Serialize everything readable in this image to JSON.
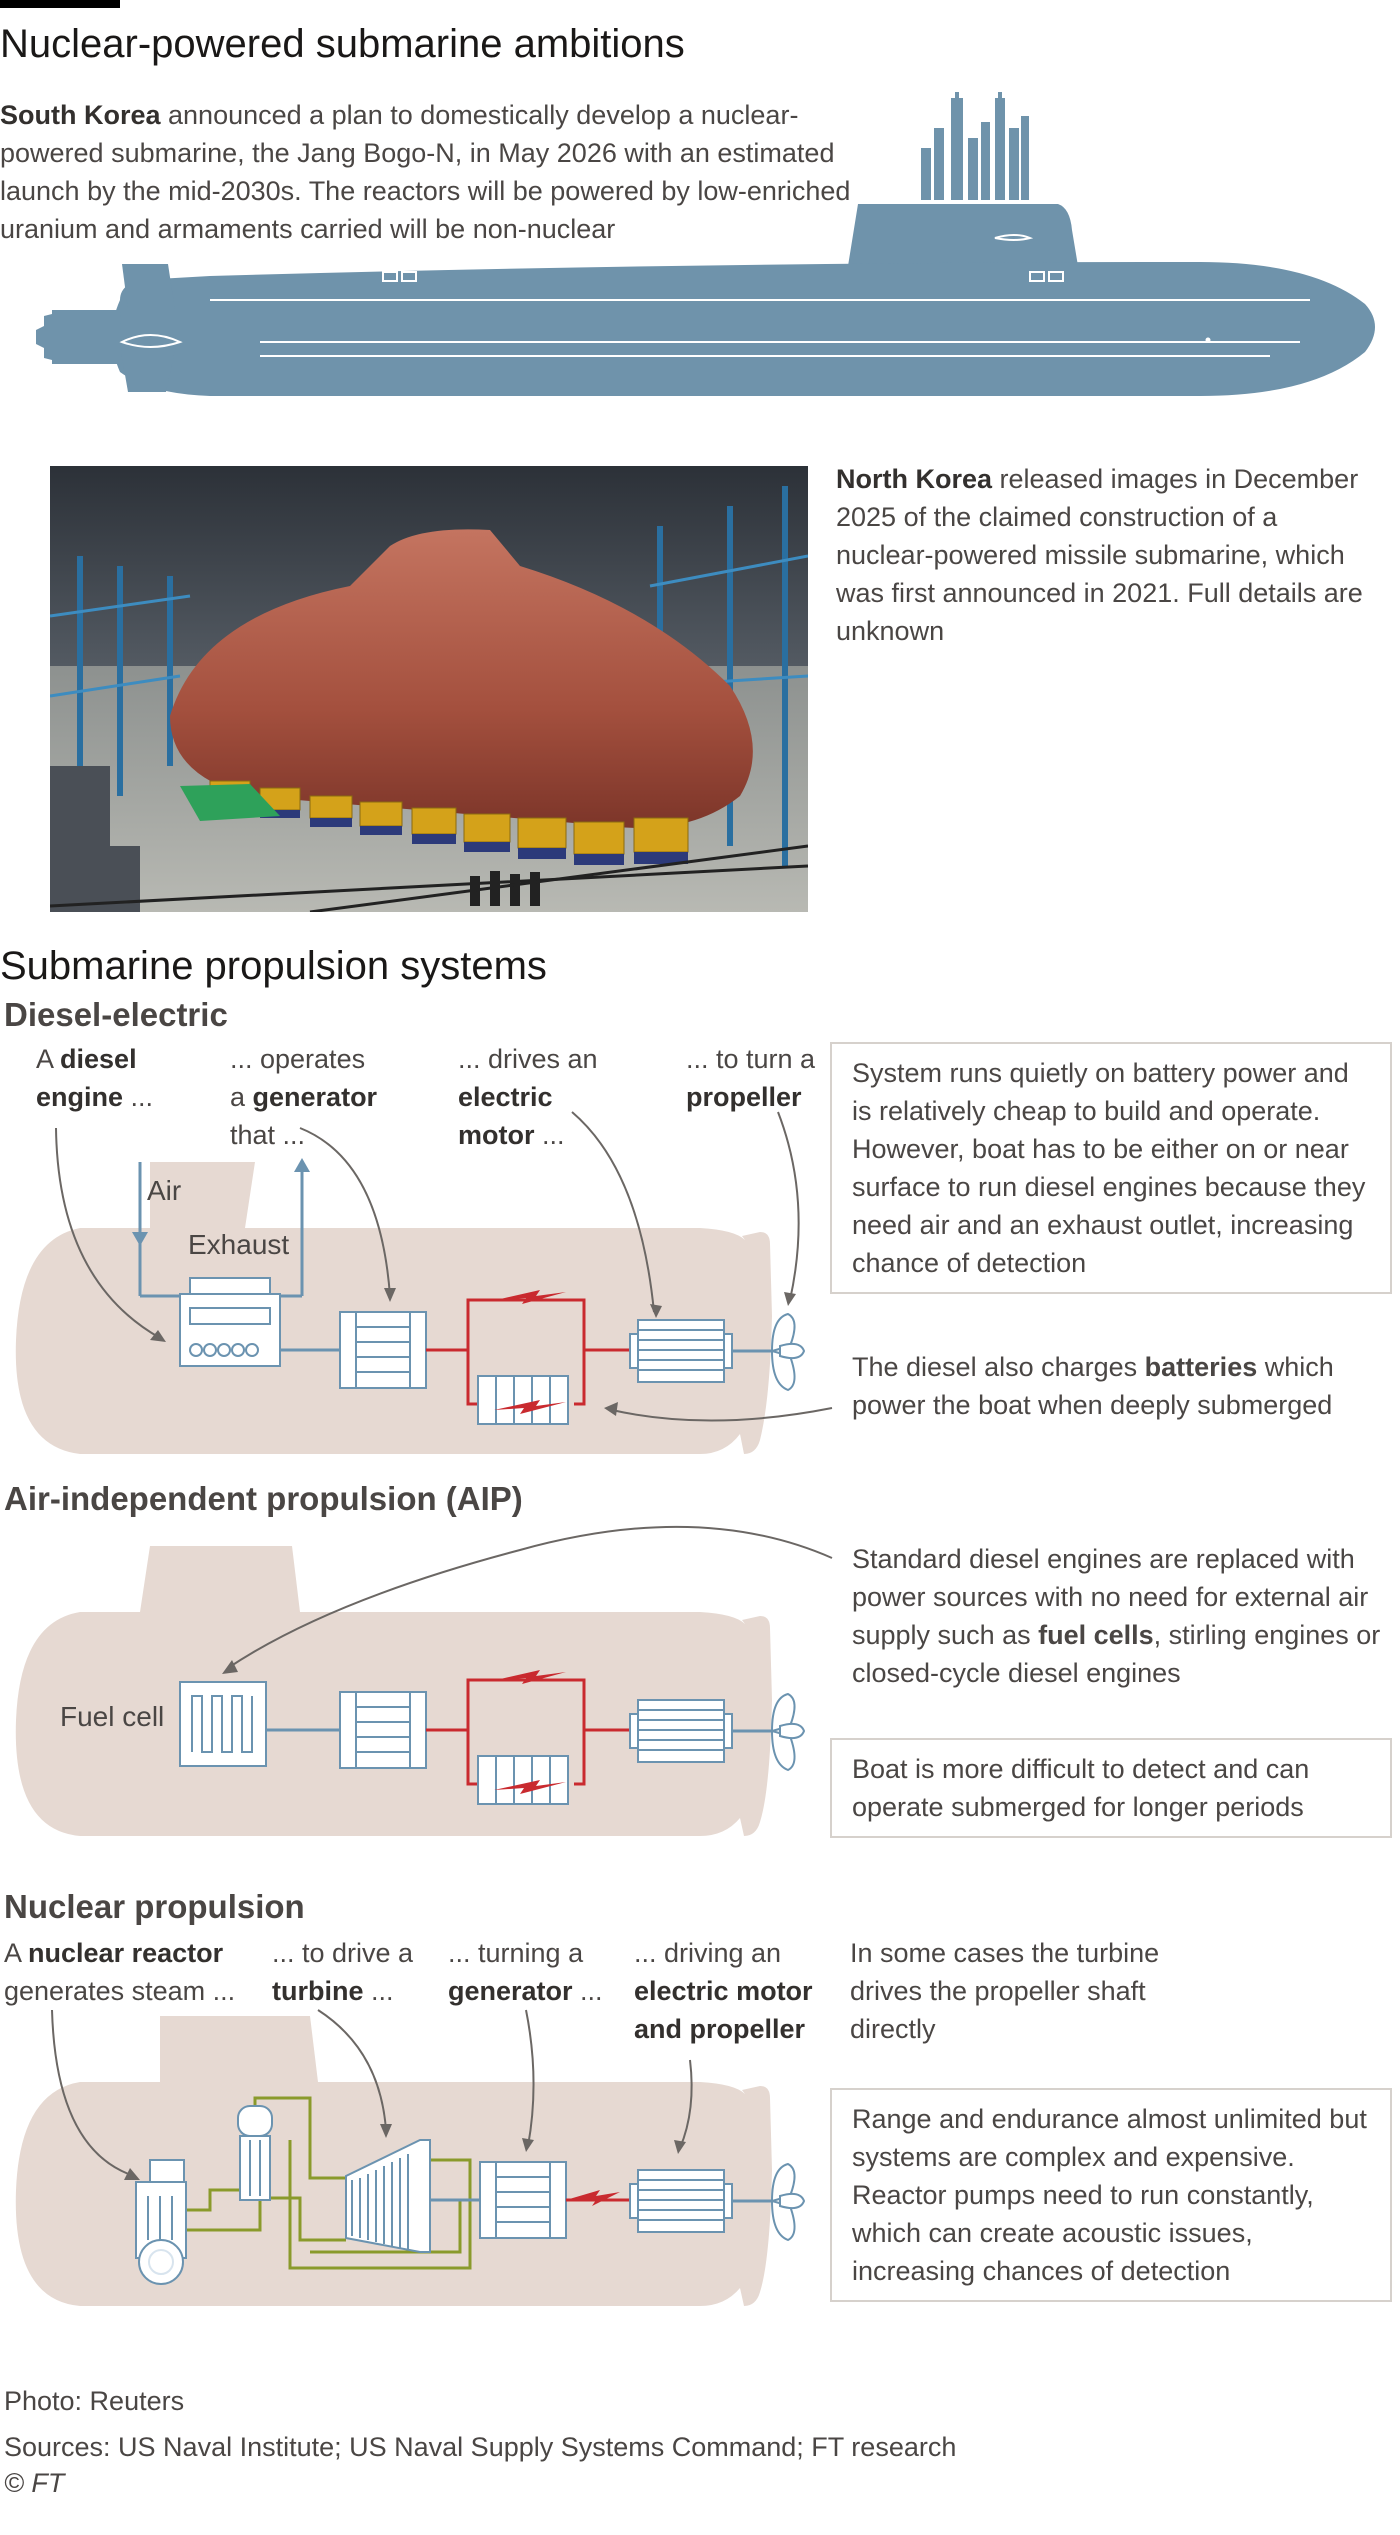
{
  "header": {
    "title": "Nuclear-powered submarine ambitions"
  },
  "south_korea": {
    "country": "South Korea",
    "text": " announced a plan to domestically develop a nuclear-powered submarine, the Jang Bogo-N, in May 2026 with an estimated launch by the mid-2030s. The reactors will be powered by low-enriched uranium and armaments carried will be non-nuclear"
  },
  "north_korea": {
    "country": "North Korea",
    "text": " released images in December 2025 of the claimed construction of a nuclear-powered missile submarine, which was first announced in 2021. Full details are unknown"
  },
  "propulsion": {
    "title": "Submarine propulsion systems",
    "diesel": {
      "title": "Diesel-electric",
      "step1": {
        "a": "A ",
        "b": "diesel",
        "c": "engine",
        "d": " ..."
      },
      "step2": {
        "a": "... operates",
        "b": "a ",
        "c": "generator",
        "d": "that ..."
      },
      "step3": {
        "a": "...  drives an",
        "b": "electric",
        "c": "motor",
        "d": " ..."
      },
      "step4": {
        "a": "... to turn a",
        "b": "propeller"
      },
      "air_label": "Air",
      "exhaust_label": "Exhaust",
      "box_text": "System runs quietly on battery power and is relatively cheap to build and operate. However, boat has to be either on or near surface to run diesel engines because they need air and an exhaust outlet, increasing chance of detection",
      "battery_note": {
        "a": "The diesel also charges ",
        "b": "batteries",
        "c": " which power the boat when deeply submerged"
      }
    },
    "aip": {
      "title": "Air-independent propulsion (AIP)",
      "fuel_cell_label": "Fuel cell",
      "note": {
        "a": "Standard diesel engines are replaced with power sources with no need for external air supply such as ",
        "b": "fuel cells",
        "c": ", stirling engines or closed-cycle diesel engines"
      },
      "box_text": "Boat is more difficult to detect and can operate submerged for longer periods"
    },
    "nuclear": {
      "title": "Nuclear propulsion",
      "step1": {
        "a": "A ",
        "b": "nuclear reactor",
        "c": "generates steam ..."
      },
      "step2": {
        "a": "... to drive a",
        "b": "turbine",
        "c": " ..."
      },
      "step3": {
        "a": "... turning a",
        "b": "generator",
        "c": " ..."
      },
      "step4": {
        "a": "... driving an",
        "b": "electric motor",
        "c": "and propeller"
      },
      "side_note": "In some cases the turbine drives the propeller shaft directly",
      "box_text": "Range and endurance almost unlimited but systems are complex and expensive. Reactor pumps need to run constantly, which can create acoustic issues, increasing chances of detection"
    }
  },
  "footer": {
    "photo_credit": "Photo: Reuters",
    "sources": "Sources: US Naval Institute; US Naval Supply Systems Command; FT research",
    "copyright": "© FT"
  },
  "colors": {
    "sub_blue": "#6f93ab",
    "hull_beige": "#e6d9d2",
    "component_blue": "#6b93b0",
    "power_red": "#c92a2f",
    "steam_green": "#8a9a2c",
    "arrow_grey": "#6b6764"
  }
}
